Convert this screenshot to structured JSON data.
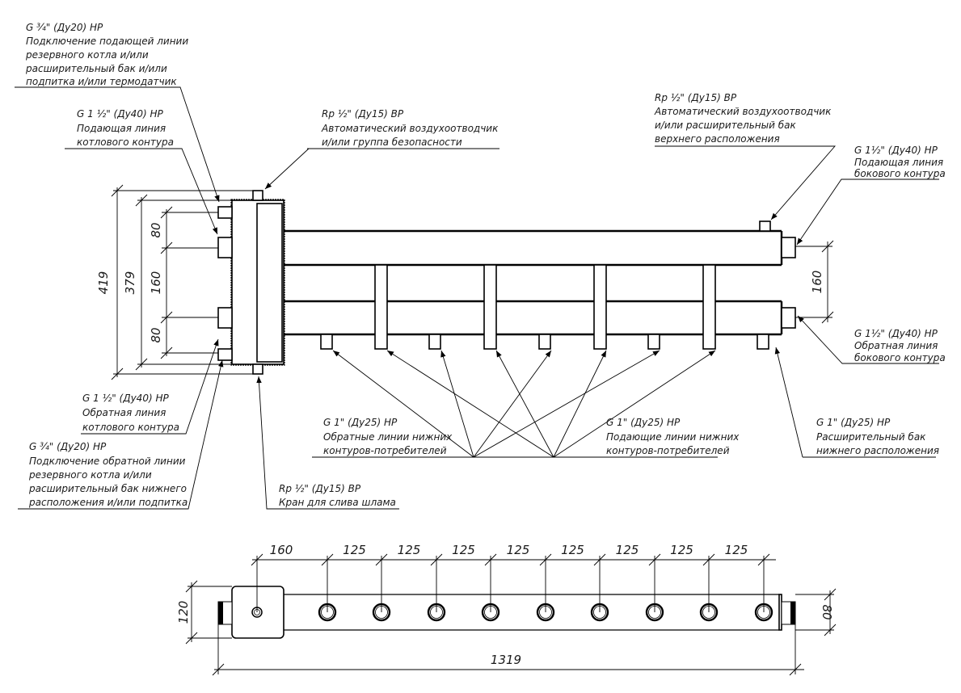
{
  "drawing": {
    "title": "Hydraulic separator with distribution manifold",
    "labels": {
      "top_left_aux": {
        "spec": "G ¾\" (Ду20) НР",
        "lines": [
          "Подключение подающей линии",
          "резервного котла и/или",
          "расширительный бак и/или",
          "подпитка и/или термодатчик"
        ]
      },
      "boiler_supply": {
        "spec": "G 1 ½\" (Ду40) НР",
        "lines": [
          "Подающая линия",
          "котлового контура"
        ]
      },
      "air_vent_top": {
        "spec": "Rp ½\" (Ду15) ВР",
        "lines": [
          "Автоматический воздухоотводчик",
          "и/или группа безопасности"
        ]
      },
      "air_vent_right": {
        "spec": "Rp ½\" (Ду15) ВР",
        "lines": [
          "Автоматический воздухоотводчик",
          "и/или расширительный бак",
          "верхнего расположения"
        ]
      },
      "side_supply": {
        "spec": "G 1½\" (Ду40) НР",
        "lines": [
          "Подающая линия",
          "бокового контура"
        ]
      },
      "side_return": {
        "spec": "G 1½\" (Ду40) НР",
        "lines": [
          "Обратная линия",
          "бокового контура"
        ]
      },
      "boiler_return": {
        "spec": "G 1 ½\" (Ду40) НР",
        "lines": [
          "Обратная линия",
          "котлового контура"
        ]
      },
      "bottom_left_aux": {
        "spec": "G ¾\" (Ду20) НР",
        "lines": [
          "Подключение обратной линии",
          "резервного котла и/или",
          "расширительный бак нижнего",
          "расположения и/или подпитка"
        ]
      },
      "drain": {
        "spec": "Rp ½\" (Ду15) ВР",
        "lines": [
          "Кран для слива шлама"
        ]
      },
      "consumer_return": {
        "spec": "G 1\" (Ду25) НР",
        "lines": [
          "Обратные линии нижних",
          "контуров-потребителей"
        ]
      },
      "consumer_supply": {
        "spec": "G 1\" (Ду25) НР",
        "lines": [
          "Подающие линии нижних",
          "контуров-потребителей"
        ]
      },
      "expansion_bottom": {
        "spec": "G 1\" (Ду25) НР",
        "lines": [
          "Расширительный бак",
          "нижнего расположения"
        ]
      }
    },
    "dimensions": {
      "side_view": {
        "overall_height": "419",
        "body_height": "379",
        "upper_spacing": "80",
        "middle_spacing": "160",
        "lower_spacing": "80",
        "right_spacing": "160"
      },
      "top_view": {
        "first_offset": "160",
        "pitches": [
          "125",
          "125",
          "125",
          "125",
          "125",
          "125",
          "125",
          "125"
        ],
        "overall_length": "1319",
        "body_width": "120",
        "manifold_width": "80"
      }
    }
  }
}
